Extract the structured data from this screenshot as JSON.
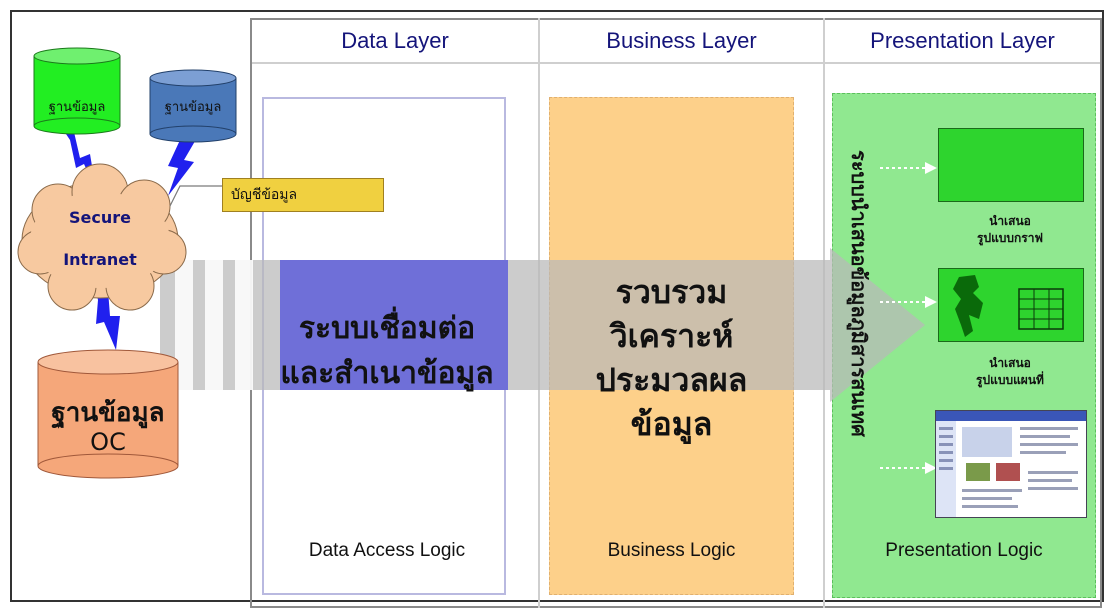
{
  "columns": {
    "data": "Data Layer",
    "business": "Business Layer",
    "presentation": "Presentation Layer"
  },
  "databases": {
    "db1": "ฐานข้อมูล",
    "db2": "ฐานข้อมูล",
    "main_line1": "ฐานข้อมูล",
    "main_line2": "OC"
  },
  "network": {
    "line1": "Secure",
    "line2": "Intranet"
  },
  "catalog": "บัญชีข้อมูล",
  "data_layer": {
    "line1": "ระบบเชื่อมต่อ",
    "line2": "และสำเนาข้อมูล",
    "logic": "Data Access Logic"
  },
  "business_layer": {
    "line1": "รวบรวม",
    "line2": "วิเคราะห์",
    "line3": "ประมวลผล",
    "line4": "ข้อมูล",
    "logic": "Business Logic"
  },
  "presentation_layer": {
    "vertical_text": "ระบบนำเสนอข้อมูลภูมิสารสนเทศ",
    "graph_line1": "นำเสนอ",
    "graph_line2": "รูปแบบกราฟ",
    "map_line1": "นำเสนอ",
    "map_line2": "รูปแบบแผนที่",
    "logic": "Presentation Logic"
  },
  "colors": {
    "db1": "#22ee22",
    "db2": "#4a78b8",
    "main_db": "#f5a77a",
    "cloud": "#f7c9a0",
    "catalog": "#f0d040",
    "data_box": "#6f6fd8",
    "business": "#fdd08a",
    "presentation": "#90e890",
    "lightning": "#2020ee"
  }
}
